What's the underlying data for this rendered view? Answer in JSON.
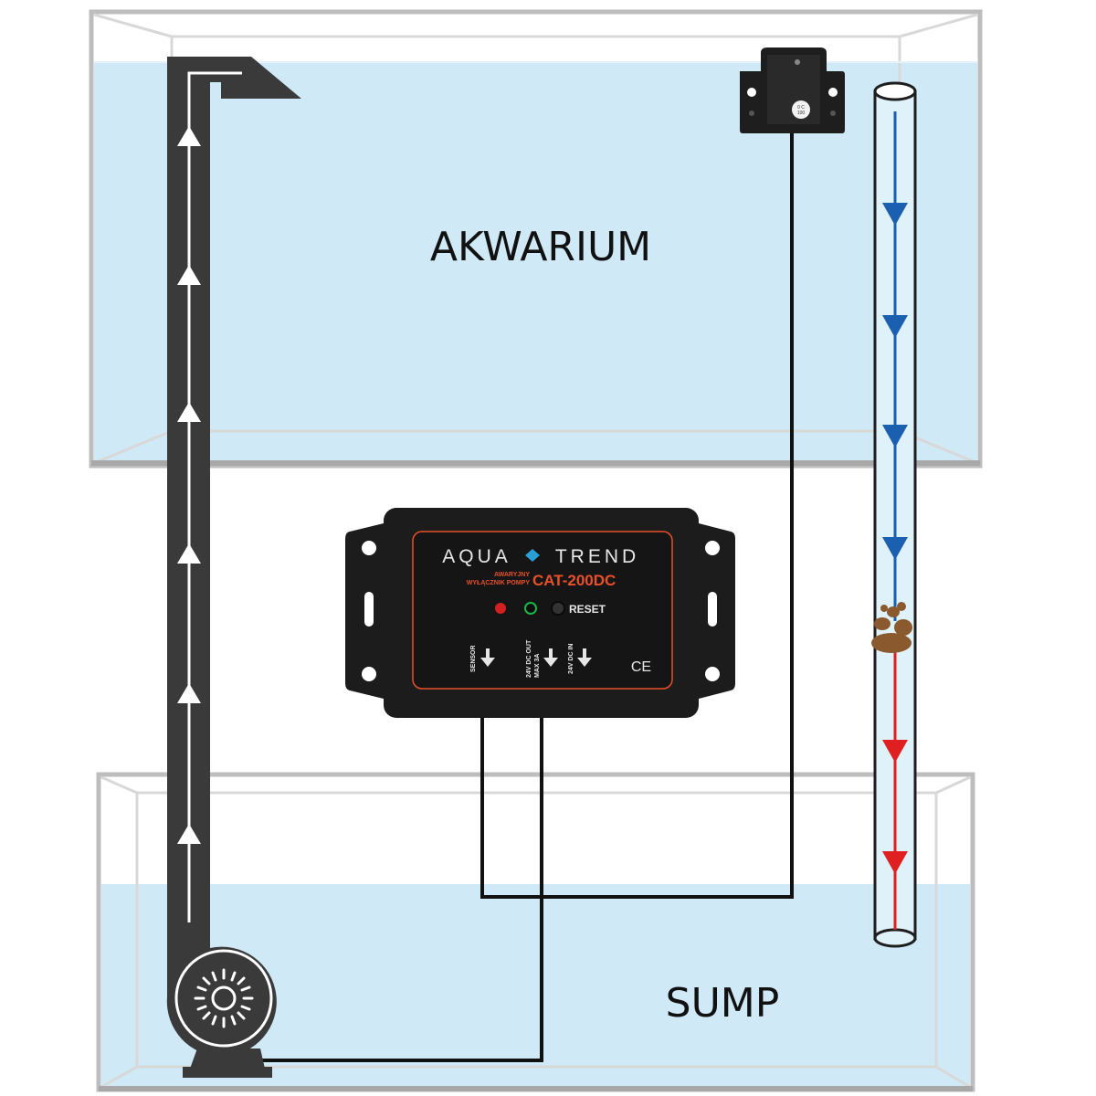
{
  "labels": {
    "aquarium": "AKWARIUM",
    "sump": "SUMP"
  },
  "device": {
    "brand_left": "AQUA",
    "brand_right": "TREND",
    "subtitle_line1": "AWARYJNY",
    "subtitle_line2": "WYŁĄCZNIK POMPY",
    "model": "CAT-200DC",
    "reset": "RESET",
    "port_sensor": "SENSOR",
    "port_out_line1": "24V DC OUT",
    "port_out_line2": "MAX 3A",
    "port_in": "24V DC IN",
    "ce": "CE"
  },
  "sensor": {
    "label_line1": "0 C",
    "label_line2": "100"
  },
  "colors": {
    "water": "#cfeaf6",
    "tank_wall": "#b8b8b8",
    "pipe": "#3a3a3a",
    "device_body": "#1c1c1c",
    "accent_orange": "#e8502a",
    "flow_blue": "#1a5fb0",
    "flow_red": "#e02020",
    "led_red": "#d42020",
    "led_green": "#18b848",
    "debris": "#8a5a2e"
  },
  "icons": {
    "pump": "pump-icon",
    "sensor": "float-sensor-icon",
    "controller": "controller-icon",
    "debris": "debris-icon"
  }
}
